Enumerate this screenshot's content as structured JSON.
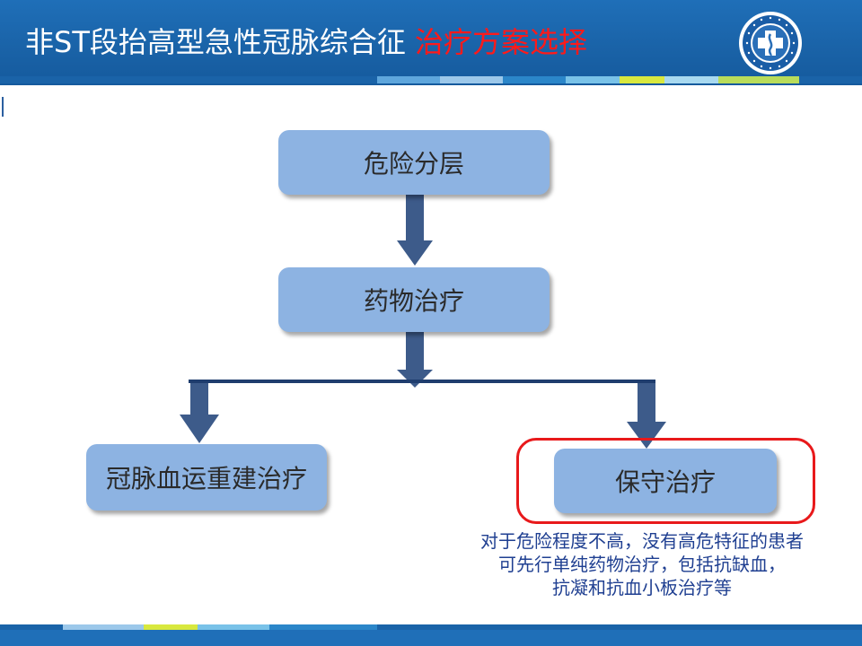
{
  "header": {
    "title_main": "非ST段抬高型急性冠脉综合征 ",
    "title_highlight": "治疗方案选择",
    "colors": {
      "header_blue": "#1a63a8",
      "highlight_red": "#ff1a1a"
    }
  },
  "flow": {
    "risk": "危险分层",
    "drug": "药物治疗",
    "revasc": "冠脉血运重建治疗",
    "conservative": "保守治疗",
    "box_color": "#8db3e2",
    "arrow_color": "#3d5b8a"
  },
  "note": {
    "line1": "对于危险程度不高，没有高危特征的患者",
    "line2": "可先行单纯药物治疗，包括抗缺血，",
    "line3": "抗凝和抗血小板治疗等",
    "color": "#1f3f91"
  }
}
